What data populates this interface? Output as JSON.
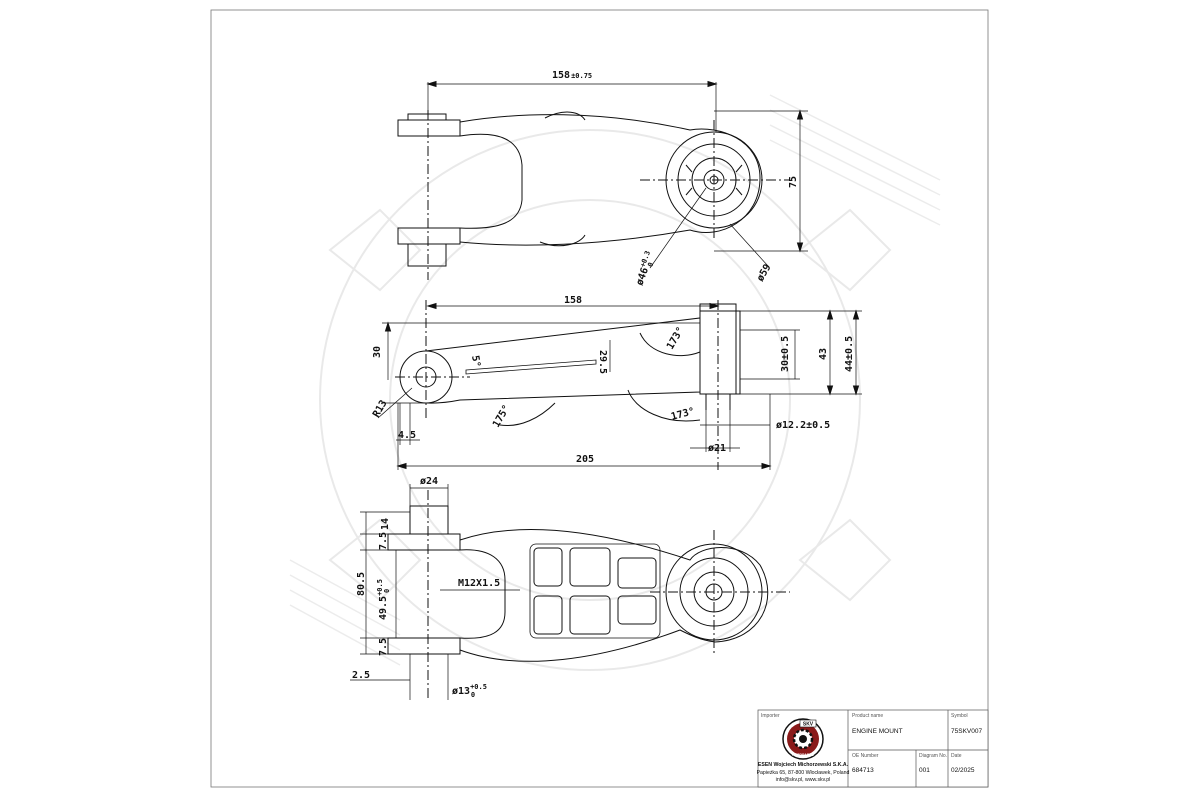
{
  "drawing": {
    "top_view": {
      "dim_length": "158",
      "dim_length_tol": "±0.75",
      "dim_height": "75",
      "dim_bore": "ø46",
      "dim_bore_tol_upper": "+0.3",
      "dim_bore_tol_lower": "0",
      "dim_outer": "ø59"
    },
    "side_view": {
      "dim_158": "158",
      "dim_30": "30",
      "dim_29_5": "29.5",
      "dim_5deg": "5°",
      "dim_173_top": "173°",
      "dim_30_tol": "30±0.5",
      "dim_43": "43",
      "dim_44_tol": "44±0.5",
      "dim_r13": "R13",
      "dim_175": "175°",
      "dim_173_bottom": "173°",
      "dim_12_2": "ø12.2±0.5",
      "dim_4_5": "4.5",
      "dim_21": "ø21",
      "dim_205": "205"
    },
    "bottom_view": {
      "dim_24": "ø24",
      "dim_14": "14",
      "dim_7_5_top": "7.5",
      "dim_80_5": "80.5",
      "dim_49_5": "49.5",
      "dim_49_5_tol_upper": "+0.5",
      "dim_49_5_tol_lower": "0",
      "dim_thread": "M12X1.5",
      "dim_7_5_bottom": "7.5",
      "dim_2_5": "2.5",
      "dim_13": "ø13",
      "dim_13_tol_upper": "+0.5",
      "dim_13_tol_lower": "0"
    }
  },
  "title_block": {
    "importer_label": "Importer",
    "product_name_label": "Product name",
    "symbol_label": "Symbol",
    "product_name": "ENGINE MOUNT",
    "symbol": "75SKV007",
    "oe_number_label": "OE Number",
    "diagram_no_label": "Diagram No.",
    "date_label": "Date",
    "oe_number": "684713",
    "diagram_no": "001",
    "date": "02/2025",
    "company_name": "ESEN Wojciech Michorzewski S.K.A.",
    "company_address": "Papieżka 65, 87-800 Włocławek, Poland",
    "company_contact": "info@skv.pl, www.skv.pl",
    "logo_text": "SKV",
    "logo_subtext": "AUTOPARTS"
  }
}
